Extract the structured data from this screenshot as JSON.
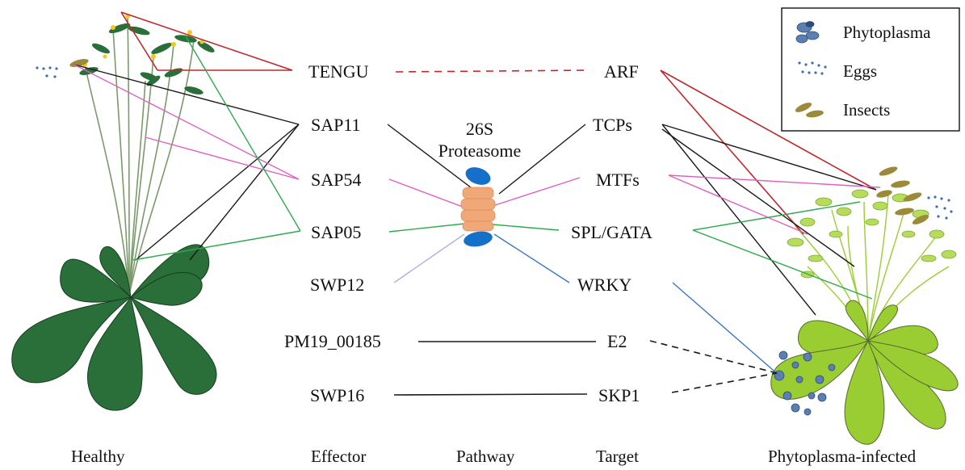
{
  "effectors": {
    "tengu": "TENGU",
    "sap11": "SAP11",
    "sap54": "SAP54",
    "sap05": "SAP05",
    "swp12": "SWP12",
    "pm19": "PM19_00185",
    "swp16": "SWP16"
  },
  "targets": {
    "arf": "ARF",
    "tcps": "TCPs",
    "mtfs": "MTFs",
    "spl_gata": "SPL/GATA",
    "wrky": "WRKY",
    "e2": "E2",
    "skp1": "SKP1"
  },
  "pathway": {
    "line1": "26S",
    "line2": "Proteasome"
  },
  "columns": {
    "healthy": "Healthy",
    "effector": "Effector",
    "pathway": "Pathway",
    "target": "Target",
    "infected": "Phytoplasma-infected"
  },
  "legend": {
    "phytoplasma": "Phytoplasma",
    "eggs": "Eggs",
    "insects": "Insects"
  },
  "colors": {
    "tengu_arf": "#c0282a",
    "sap11_tcps": "#1a1a1a",
    "sap54_mtfs": "#e060c0",
    "sap05_spl_gata": "#2eaa4e",
    "swp12": "#a8b4e0",
    "wrky": "#3c78c0",
    "proteasome_cap": "#1470c8",
    "proteasome_core": "#f0a878",
    "healthy_rosette": "#2a6e3a",
    "infected_rosette": "#9acd32"
  }
}
